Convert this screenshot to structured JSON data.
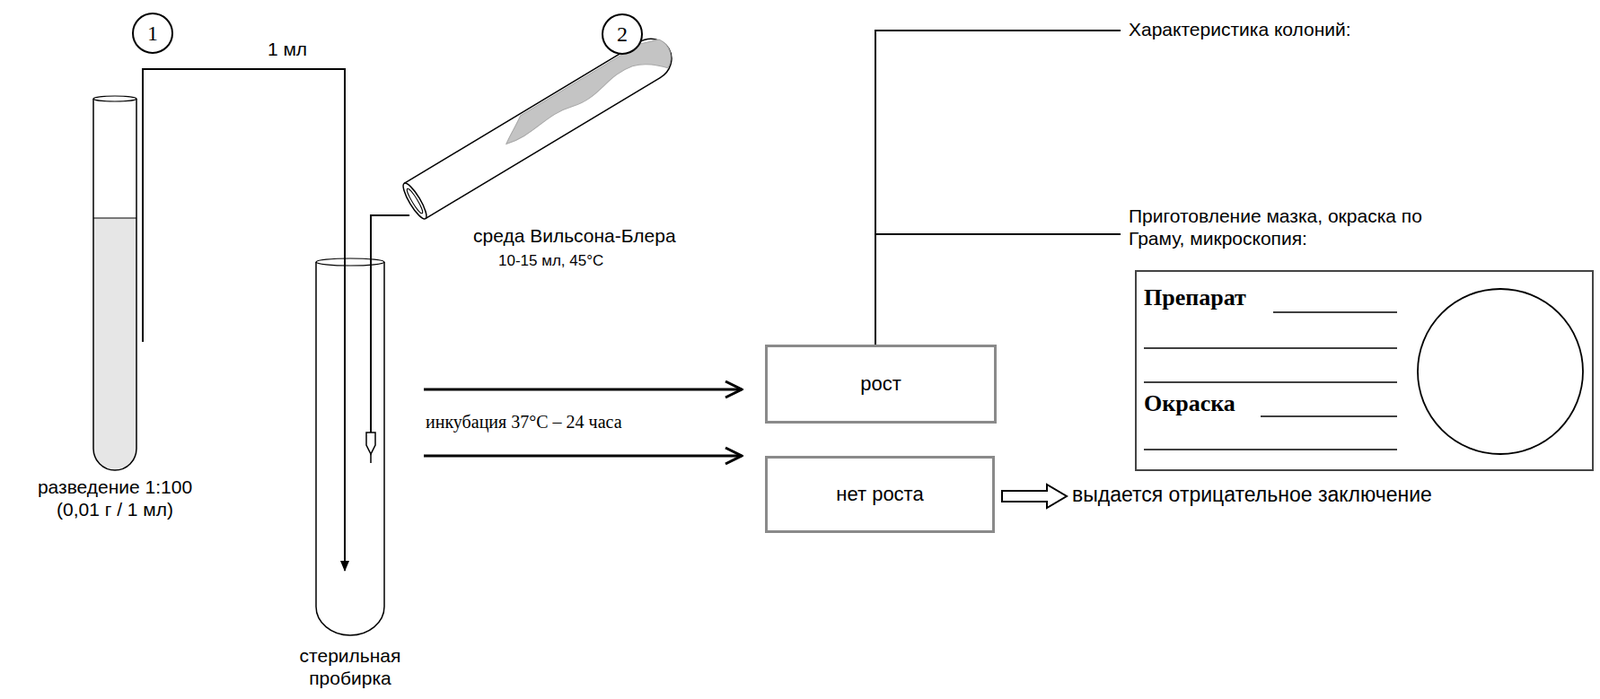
{
  "diagram": {
    "nodes": [
      {
        "text": [
          "1"
        ]
      },
      {
        "text": [
          "2"
        ]
      },
      {
        "text": [
          "рост"
        ]
      },
      {
        "text": [
          "нет роста"
        ]
      },
      {
        "text": [
          "Препарат",
          "Окраска"
        ]
      }
    ],
    "labels": [
      "1 мл",
      "разведение 1:100 (0,01 г / 1 мл)",
      "стерильная пробирка",
      "среда Вильсона-Блера",
      "10-15 мл, 45°C",
      "инкубация 37°C – 24 часа",
      "выдается отрицательное заключение",
      "Характеристика колоний:",
      "Приготовление мазка, окраска по Граму, микроскопия:"
    ]
  }
}
